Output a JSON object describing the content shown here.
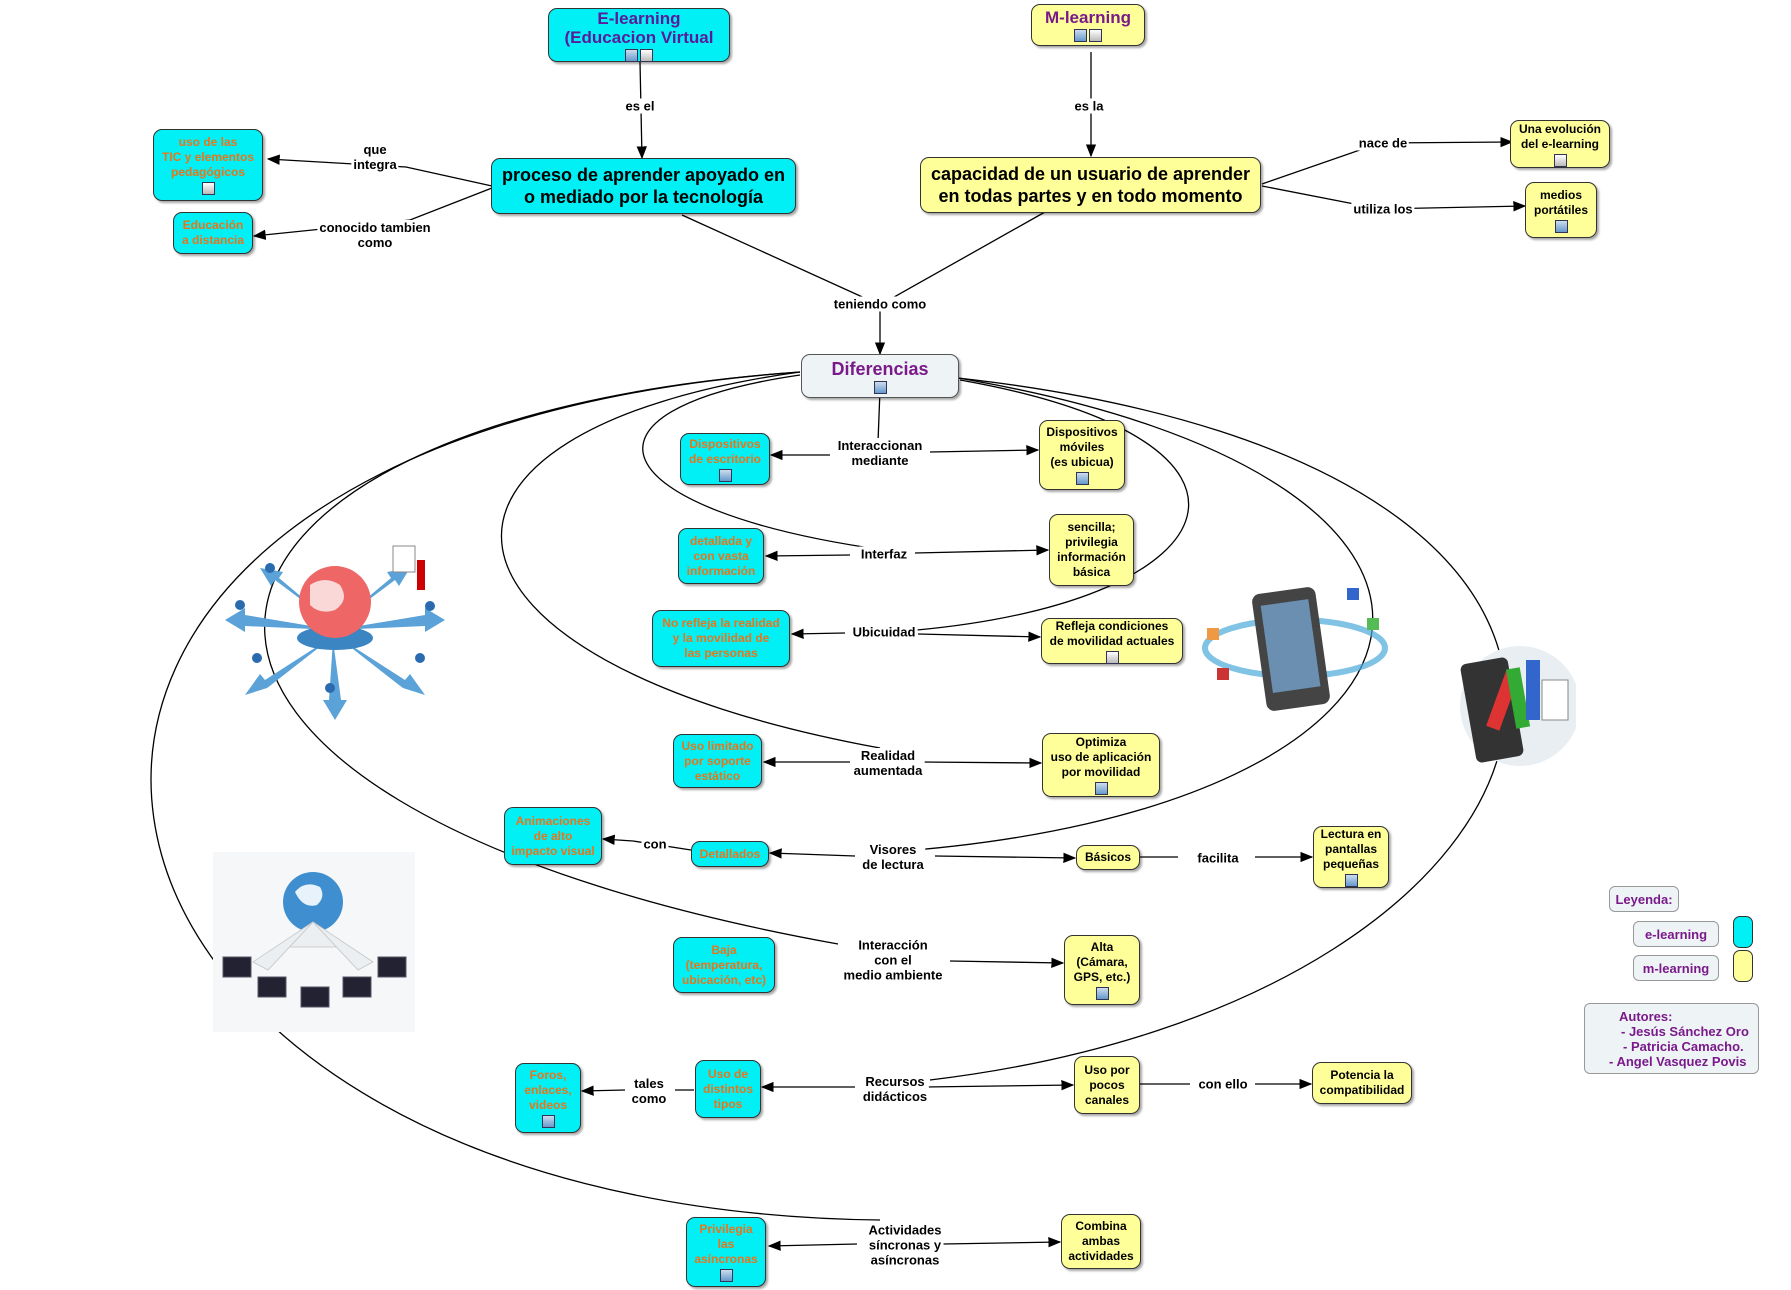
{
  "colors": {
    "elearning": "#00f0f5",
    "mlearning": "#ffff99",
    "node_text_cyan": "#e8751a",
    "title_purple": "#7a1a8a"
  },
  "nodes": {
    "elearning": "E-learning\n(Educacion Virtual",
    "mlearning": "M-learning",
    "proceso": "proceso de aprender apoyado en\no mediado por la tecnología",
    "capacidad": "capacidad de un usuario de aprender\nen todas partes y en todo momento",
    "uso_tic": "uso de las\nTIC y elementos\npedagógicos",
    "educacion_distancia": "Educación\na distancia",
    "evolucion": "Una evolución\ndel e-learning",
    "medios": "medios\nportátiles",
    "diferencias": "Diferencias",
    "disp_escritorio": "Dispositivos\nde escritorio",
    "disp_moviles": "Dispositivos\nmóviles\n(es ubicua)",
    "detallada": "detallada y\ncon vasta\ninformación",
    "sencilla": "sencilla;\nprivilegia\ninformación\nbásica",
    "no_refleja": "No refleja la realidad\ny la movilidad de\nlas personas",
    "refleja": "Refleja condiciones\nde movilidad actuales",
    "uso_limitado": "Uso limitado\npor soporte\nestático",
    "optimiza": "Optimiza\nuso de aplicación\npor movilidad",
    "animaciones": "Animaciones\nde alto\nimpacto visual",
    "detallados": "Detallados",
    "basicos": "Básicos",
    "lectura": "Lectura en\npantallas\npequeñas",
    "baja": "Baja\n(temperatura,\nubicación, etc)",
    "alta": "Alta\n(Cámara,\nGPS, etc.)",
    "foros": "Foros,\nenlaces,\nvideos",
    "uso_distintos": "Uso de\ndistintos\ntipos",
    "uso_pocos": "Uso por\npocos\ncanales",
    "potencia": "Potencia la\ncompatibilidad",
    "privilegia": "Privilegia\nlas\nasíncronas",
    "combina": "Combina\nambas\nactividades"
  },
  "links": {
    "es_el": "es el",
    "es_la": "es la",
    "que_integra": "que\nintegra",
    "conocido": "conocido tambien\ncomo",
    "nace_de": "nace de",
    "utiliza_los": "utiliza los",
    "teniendo_como": "teniendo como",
    "interaccionan": "Interaccionan\nmediante",
    "interfaz": "Interfaz",
    "ubicuidad": "Ubicuidad",
    "realidad": "Realidad\naumentada",
    "visores": "Visores\nde lectura",
    "con": "con",
    "facilita": "facilita",
    "interaccion": "Interacción\ncon el\nmedio ambiente",
    "recursos": "Recursos\ndidácticos",
    "tales_como": "tales\ncomo",
    "con_ello": "con ello",
    "actividades": "Actividades\nsíncronas y\nasíncronas"
  },
  "legend": {
    "title": "Leyenda:",
    "elearning": "e-learning",
    "mlearning": "m-learning",
    "autores_title": "Autores:",
    "autor1": "- Jesús Sánchez Oro",
    "autor2": "- Patricia Camacho.",
    "autor3": "- Angel Vasquez Povis"
  },
  "icons": [
    "image-icon",
    "document-icon"
  ]
}
